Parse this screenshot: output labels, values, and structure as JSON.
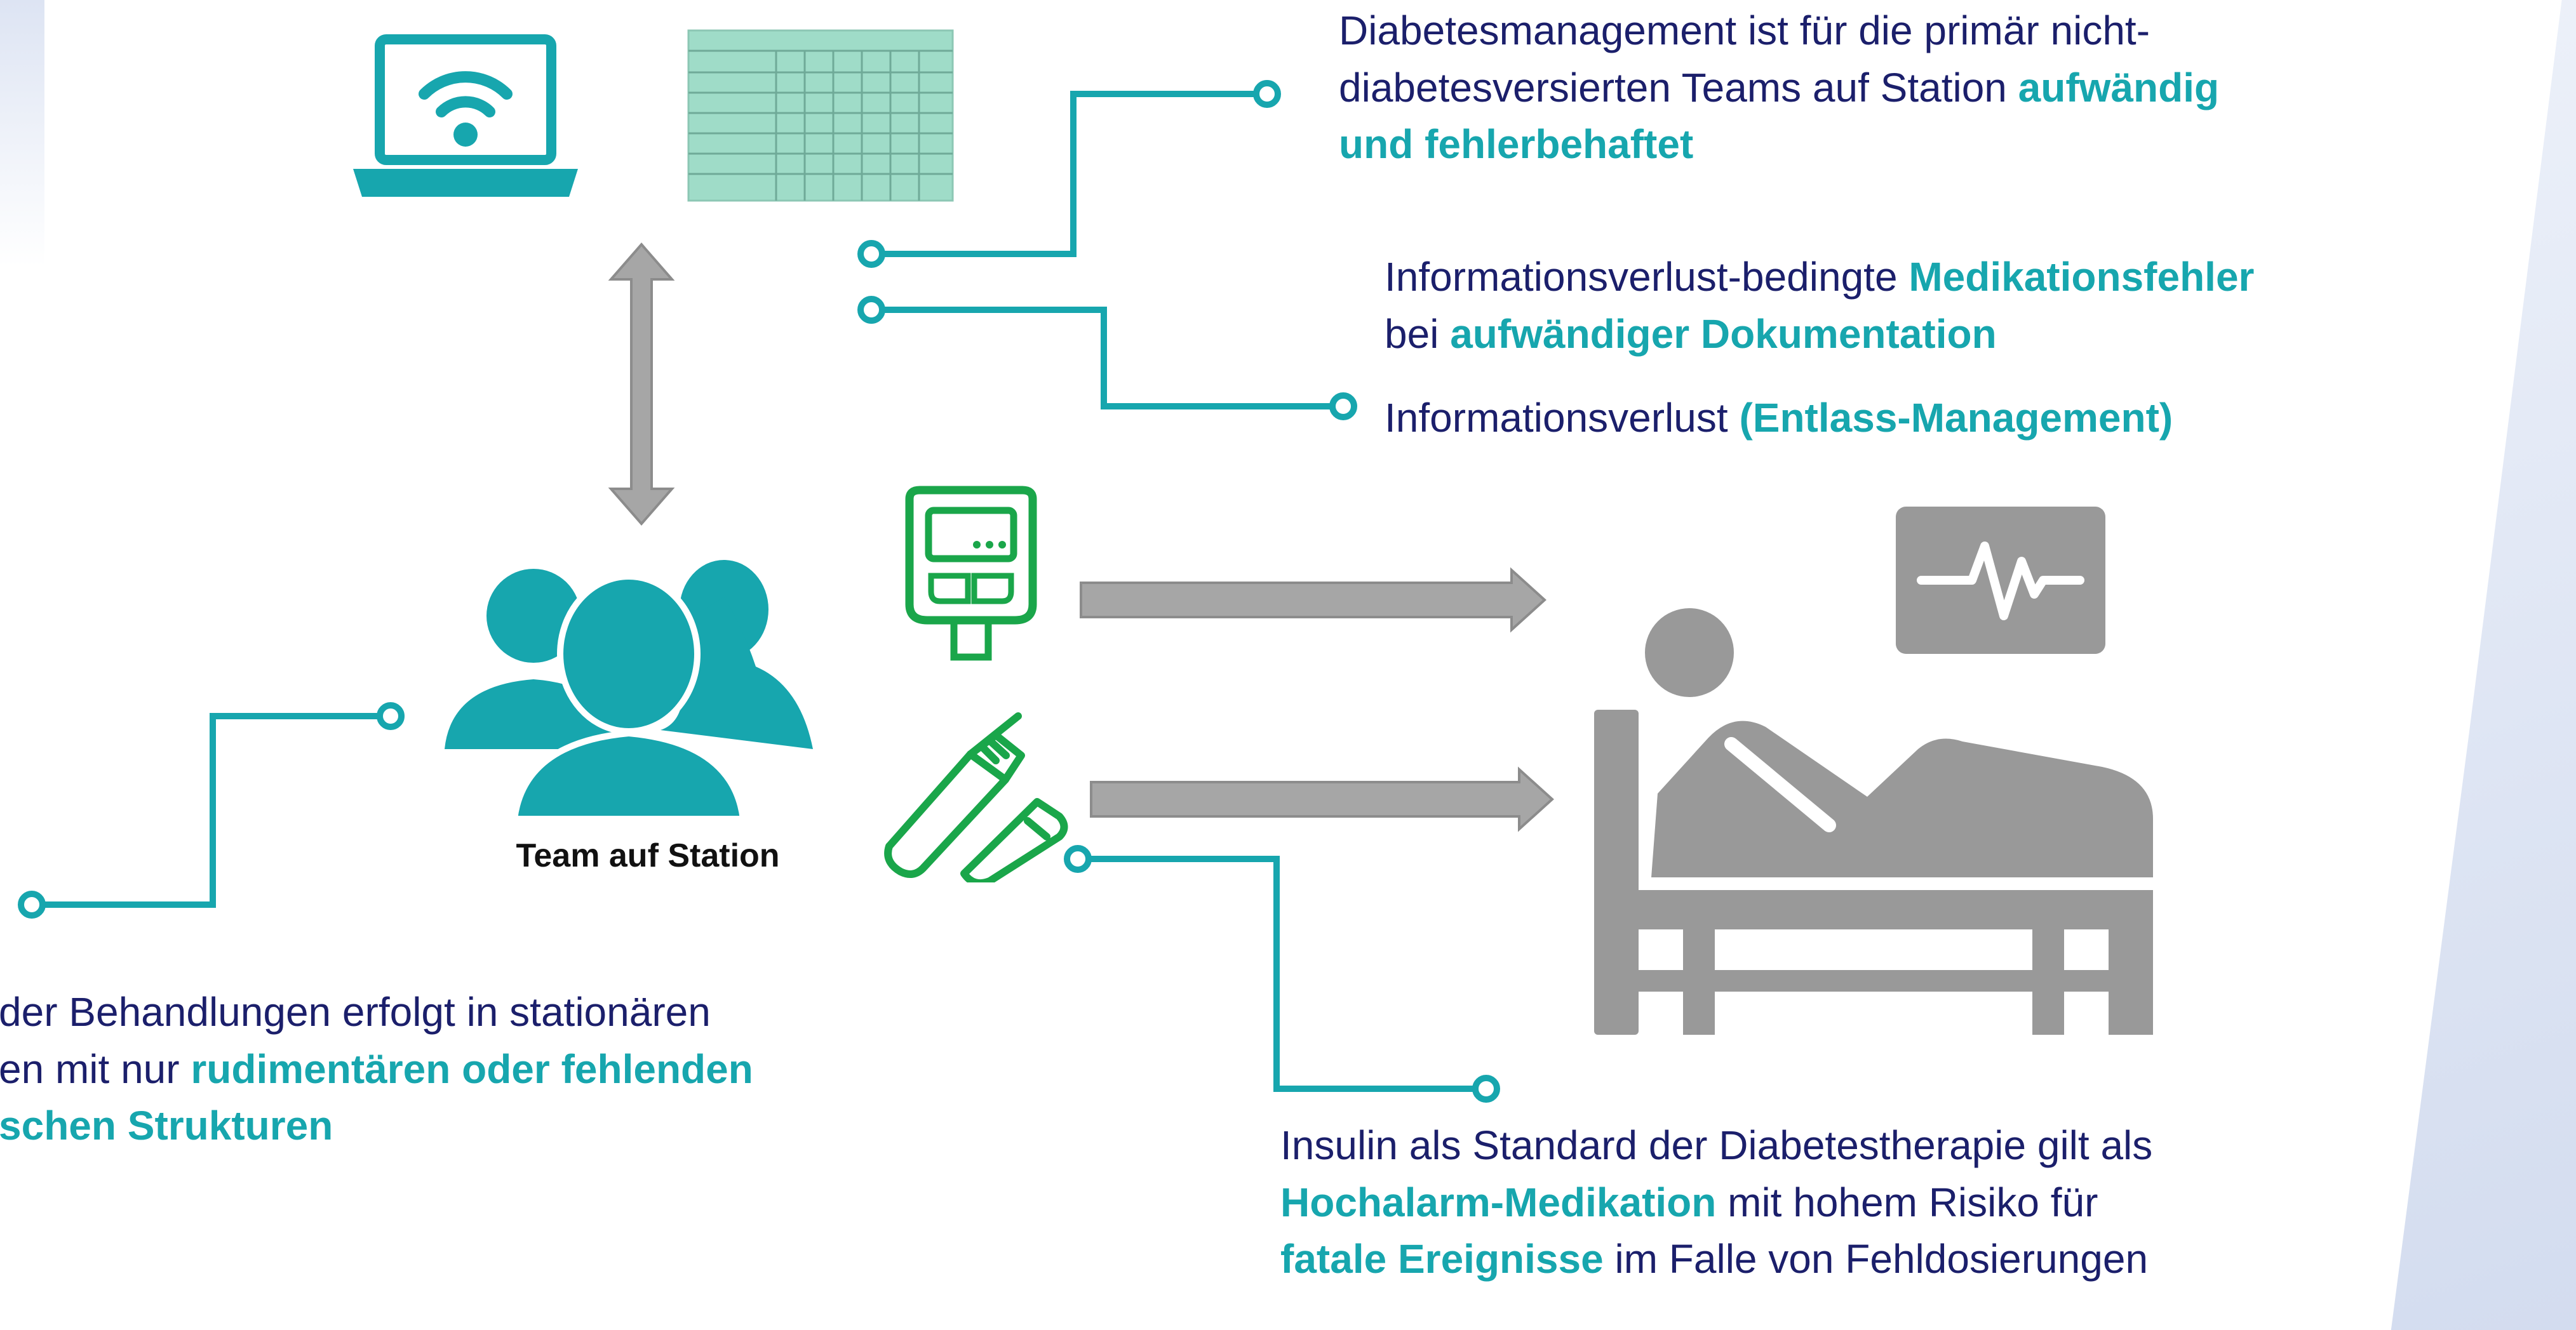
{
  "team_label": "Team auf Station",
  "texts": {
    "t1": {
      "a": "Diabetesmanagement ist für die primär nicht-",
      "b": "diabetesversierten Teams auf Station ",
      "c": "aufwändig",
      "d": "und fehlerbehaftet"
    },
    "t2": {
      "a": "Informationsverlust-bedingte ",
      "b": "Medikationsfehler",
      "c": "bei ",
      "d": "aufwändiger Dokumentation"
    },
    "t3": {
      "a": "Informationsverlust ",
      "b": "(Entlass-Management)"
    },
    "t4": {
      "a": "der Behandlungen erfolgt in stationären",
      "b": "en mit nur ",
      "c": "rudimentären oder fehlenden",
      "d": "schen Strukturen"
    },
    "t5": {
      "a": "Insulin als Standard der Diabetestherapie gilt als",
      "b": "Hochalarm-Medikation",
      "c": " mit hohem Risiko für",
      "d": "fatale Ereignisse",
      "e": " im Falle von Fehldosierungen"
    }
  },
  "colors": {
    "teal": "#17a6ae",
    "navy": "#1b1f6b",
    "gray": "#999999",
    "pen_green": "#1aa64a"
  },
  "icons": [
    "laptop-wifi-icon",
    "paper-chart-icon",
    "team-icon",
    "glucose-meter-icon",
    "insulin-pen-icon",
    "patient-bed-icon",
    "heart-monitor-icon"
  ]
}
